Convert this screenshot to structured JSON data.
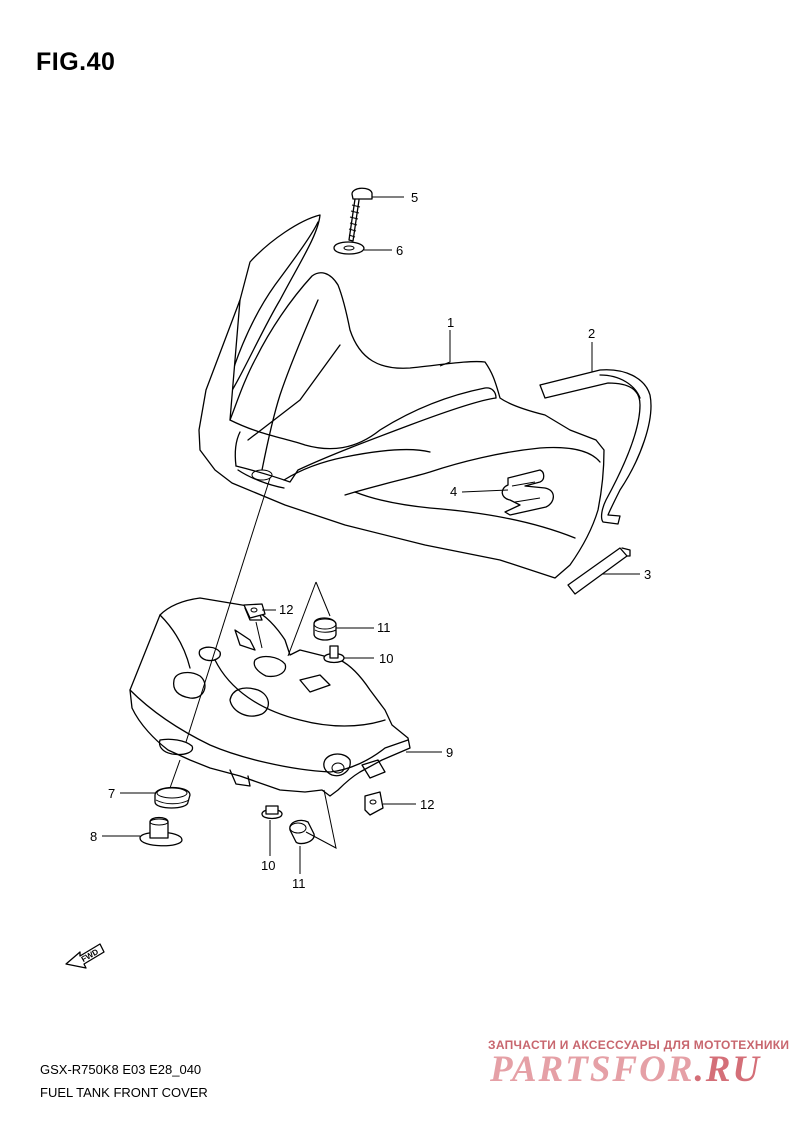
{
  "figure": {
    "title": "FIG.40"
  },
  "callouts": [
    {
      "id": "c5",
      "label": "5"
    },
    {
      "id": "c6",
      "label": "6"
    },
    {
      "id": "c1",
      "label": "1"
    },
    {
      "id": "c2",
      "label": "2"
    },
    {
      "id": "c4",
      "label": "4"
    },
    {
      "id": "c3",
      "label": "3"
    },
    {
      "id": "c12a",
      "label": "12"
    },
    {
      "id": "c11a",
      "label": "11"
    },
    {
      "id": "c10a",
      "label": "10"
    },
    {
      "id": "c9",
      "label": "9"
    },
    {
      "id": "c7",
      "label": "7"
    },
    {
      "id": "c12b",
      "label": "12"
    },
    {
      "id": "c8",
      "label": "8"
    },
    {
      "id": "c10b",
      "label": "10"
    },
    {
      "id": "c11b",
      "label": "11"
    }
  ],
  "fwd_label": "FWD",
  "footer": {
    "model_code": "GSX-R750K8 E03 E28_040",
    "section_name": "FUEL TANK FRONT COVER"
  },
  "watermark": {
    "tagline": "ЗАПЧАСТИ И АКСЕССУАРЫ ДЛЯ МОТОТЕХНИКИ",
    "brand_main": "PARTSFOR",
    "brand_tld": ".RU"
  }
}
